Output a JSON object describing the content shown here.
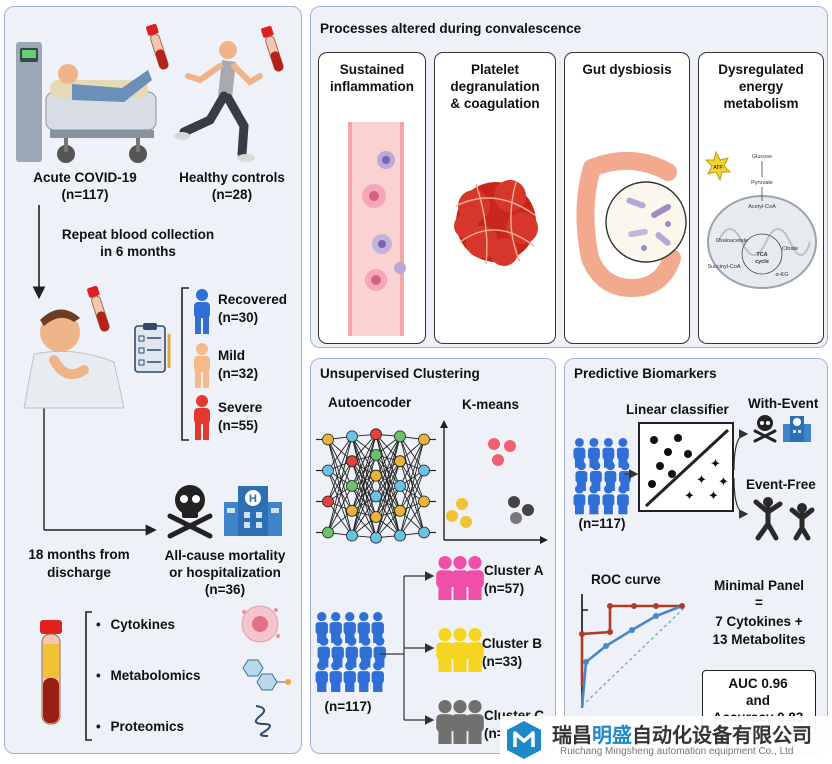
{
  "left": {
    "acute_label": "Acute COVID-19",
    "acute_n": "(n=117)",
    "healthy_label": "Healthy controls",
    "healthy_n": "(n=28)",
    "repeat_line1": "Repeat blood collection",
    "repeat_line2": "in 6 months",
    "groups": [
      {
        "label": "Recovered",
        "n": "(n=30)",
        "color": "#2f6fd6"
      },
      {
        "label": "Mild",
        "n": "(n=32)",
        "color": "#f5b98a"
      },
      {
        "label": "Severe",
        "n": "(n=55)",
        "color": "#e23b2e"
      }
    ],
    "followup_line1": "18 months from",
    "followup_line2": "discharge",
    "outcome_line1": "All-cause mortality",
    "outcome_line2": "or hospitalization",
    "outcome_n": "(n=36)",
    "omics": [
      "Cytokines",
      "Metabolomics",
      "Proteomics"
    ]
  },
  "processes": {
    "title": "Processes altered during convalescence",
    "cards": [
      {
        "line1": "Sustained",
        "line2": "inflammation",
        "line3": ""
      },
      {
        "line1": "Platelet",
        "line2": "degranulation",
        "line3": "& coagulation"
      },
      {
        "line1": "Gut dysbiosis",
        "line2": "",
        "line3": ""
      },
      {
        "line1": "Dysregulated",
        "line2": "energy",
        "line3": "metabolism"
      }
    ],
    "metabolism_labels": {
      "atp": "ATP",
      "glucose": "Glucose",
      "pyruvate": "Pyruvate",
      "acetyl": "Acetyl-CoA",
      "oxaloacetate": "Oxaloacetate",
      "citrate": "Citrate",
      "tca1": "TCA",
      "tca2": "cycle",
      "succinyl": "Succinyl-CoA",
      "akg": "α-KG"
    }
  },
  "clustering": {
    "title": "Unsupervised Clustering",
    "autoencoder": "Autoencoder",
    "kmeans": "K-means",
    "input_n": "(n=117)",
    "clusters": [
      {
        "label": "Cluster A",
        "n": "(n=57)",
        "color": "#f04fa8"
      },
      {
        "label": "Cluster B",
        "n": "(n=33)",
        "color": "#f5d51f"
      },
      {
        "label": "Cluster C",
        "n": "(n=",
        "color": "#707070"
      }
    ]
  },
  "biomarkers": {
    "title": "Predictive Biomarkers",
    "classifier": "Linear classifier",
    "with_event": "With-Event",
    "event_free": "Event-Free",
    "input_n": "(n=117)",
    "roc": "ROC curve",
    "panel_line1": "Minimal Panel",
    "panel_line2": "=",
    "panel_line3": "7 Cytokines +",
    "panel_line4": "13 Metabolites",
    "auc_line1": "AUC 0.96",
    "auc_line2": "and",
    "auc_line3": "Accuracy 0.83"
  },
  "watermark": {
    "cn_a": "瑞昌",
    "cn_b": "明盛",
    "cn_c": "自动化设备有限公司",
    "en": "Ruichang Mingsheng automation equipment Co., Ltd"
  }
}
